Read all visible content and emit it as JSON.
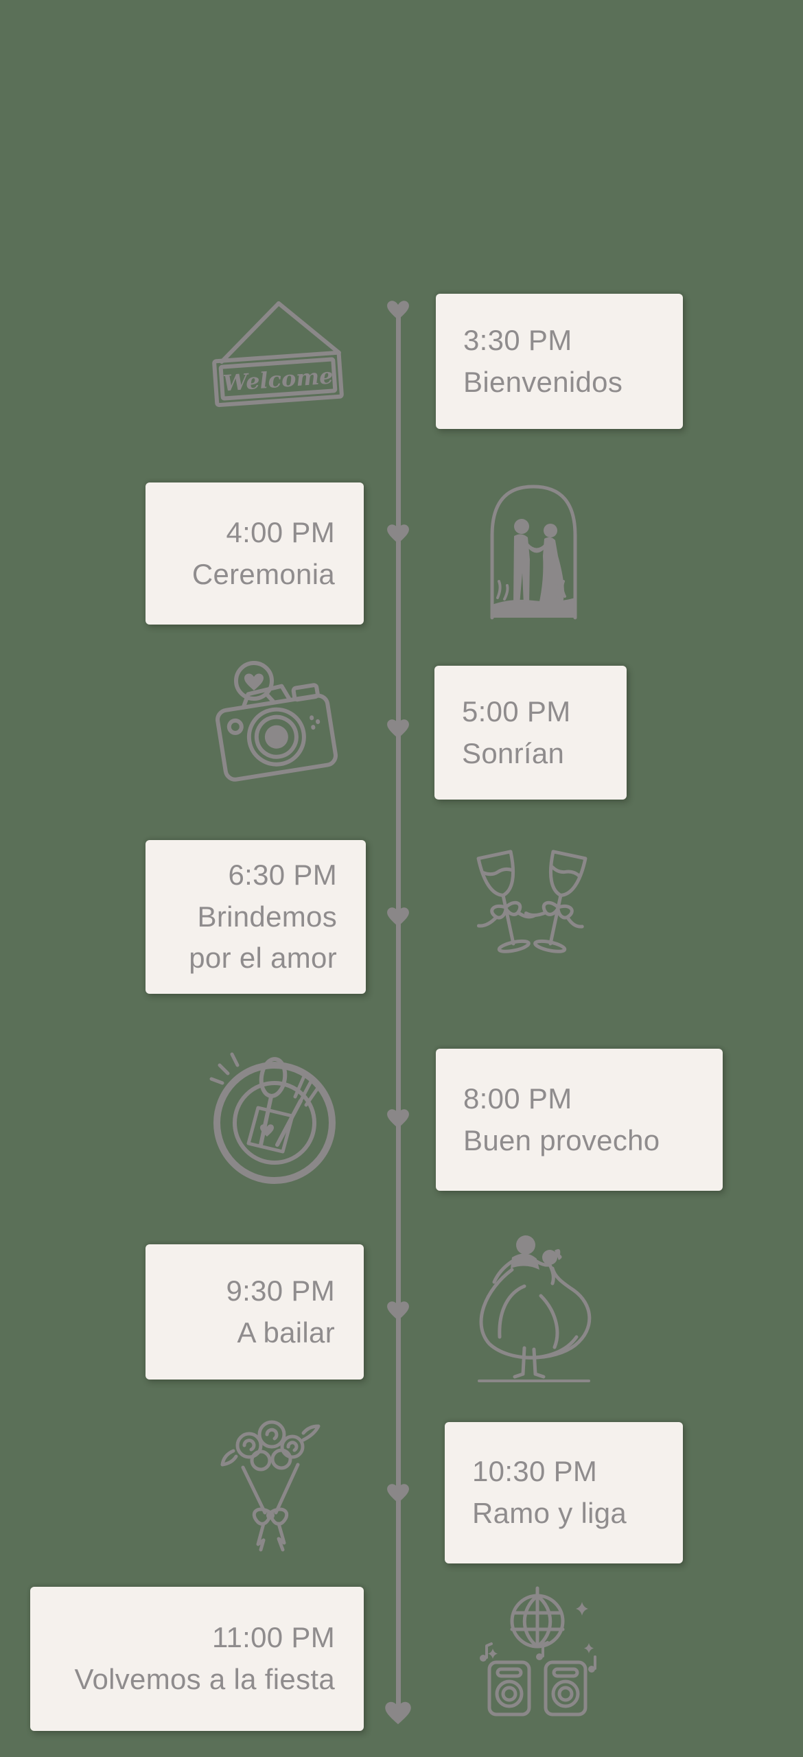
{
  "page": {
    "background_color": "#5b7058",
    "card_color": "#f5f1ed",
    "text_color": "#8f8c8d",
    "line_color": "#8a8788",
    "icon_color": "#8b8889"
  },
  "timeline": {
    "welcome_sign_text": "Welcome",
    "events": [
      {
        "time": "3:30 PM",
        "title": "Bienvenidos",
        "icon": "welcome-sign-icon"
      },
      {
        "time": "4:00 PM",
        "title": "Ceremonia",
        "icon": "couple-ceremony-icon"
      },
      {
        "time": "5:00 PM",
        "title": "Sonrían",
        "icon": "camera-icon"
      },
      {
        "time": "6:30 PM",
        "title": "Brindemos por el amor",
        "icon": "toast-glasses-icon"
      },
      {
        "time": "8:00 PM",
        "title": "Buen provecho",
        "icon": "dinner-plate-icon"
      },
      {
        "time": "9:30 PM",
        "title": "A bailar",
        "icon": "dancing-couple-icon"
      },
      {
        "time": "10:30 PM",
        "title": "Ramo y liga",
        "icon": "bouquet-icon"
      },
      {
        "time": "11:00 PM",
        "title": "Volvemos a la fiesta",
        "icon": "disco-speakers-icon"
      }
    ]
  }
}
